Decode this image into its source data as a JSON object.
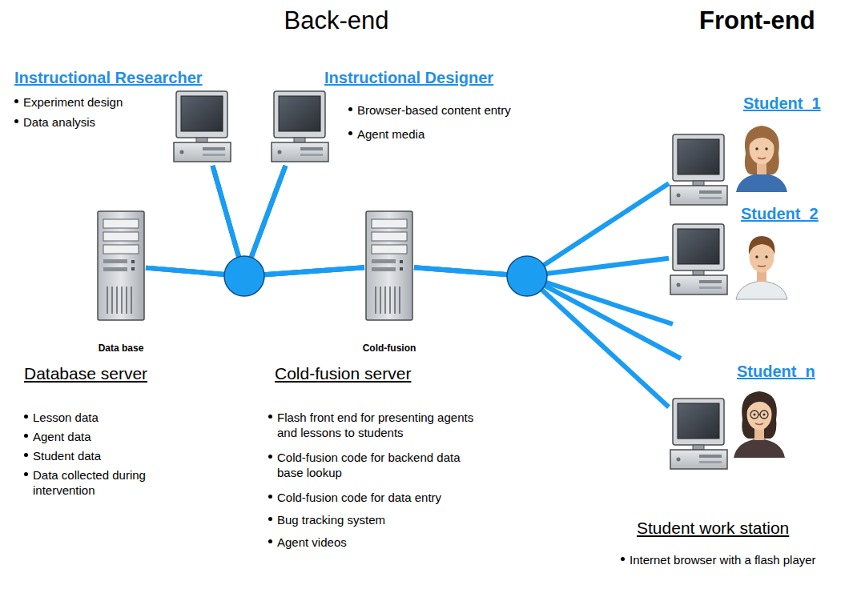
{
  "diagram": {
    "nodes": [
      {
        "text": [
          "Instructional Researcher",
          "Experiment design",
          "Data analysis"
        ]
      },
      {
        "text": [
          "Instructional Designer",
          "Browser-based content entry",
          "Agent media"
        ]
      },
      {
        "text": [
          "Data base",
          "Database server",
          "Lesson data",
          "Agent data",
          "Student data",
          "Data collected during intervention"
        ]
      },
      {
        "text": [
          "Cold-fusion",
          "Cold-fusion server",
          "Flash front end for presenting agents and lessons to students",
          "Cold-fusion code for backend data base lookup",
          "Cold-fusion code for data entry",
          "Bug tracking system",
          "Agent videos"
        ]
      },
      {
        "text": [
          "Student_1"
        ]
      },
      {
        "text": [
          "Student_2"
        ]
      },
      {
        "text": [
          "Student_n"
        ]
      }
    ],
    "edges": [
      {
        "from": 2,
        "to": 3,
        "arrow": "none"
      },
      {
        "from": 2,
        "to": 0,
        "arrow": "none"
      },
      {
        "from": 2,
        "to": 1,
        "arrow": "none"
      },
      {
        "from": 0,
        "to": 3,
        "arrow": "none"
      },
      {
        "from": 1,
        "to": 3,
        "arrow": "none"
      },
      {
        "from": 0,
        "to": 1,
        "arrow": "none"
      },
      {
        "from": 3,
        "to": 4,
        "arrow": "none"
      },
      {
        "from": 3,
        "to": 5,
        "arrow": "none"
      },
      {
        "from": 3,
        "to": 6,
        "arrow": "none"
      }
    ],
    "labels": [
      "Back-end",
      "Front-end",
      "Student work station",
      "Internet browser with a flash player"
    ]
  }
}
